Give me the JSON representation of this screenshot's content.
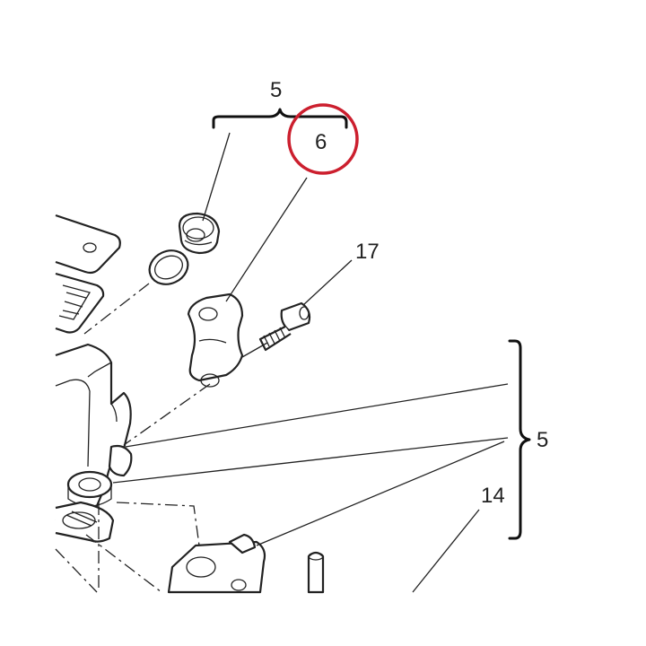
{
  "callouts": {
    "kit_top": "5",
    "part_6": "6",
    "part_17": "17",
    "kit_right": "5",
    "part_14": "14"
  },
  "highlight": {
    "target": "6",
    "color": "#cc1f2e"
  }
}
